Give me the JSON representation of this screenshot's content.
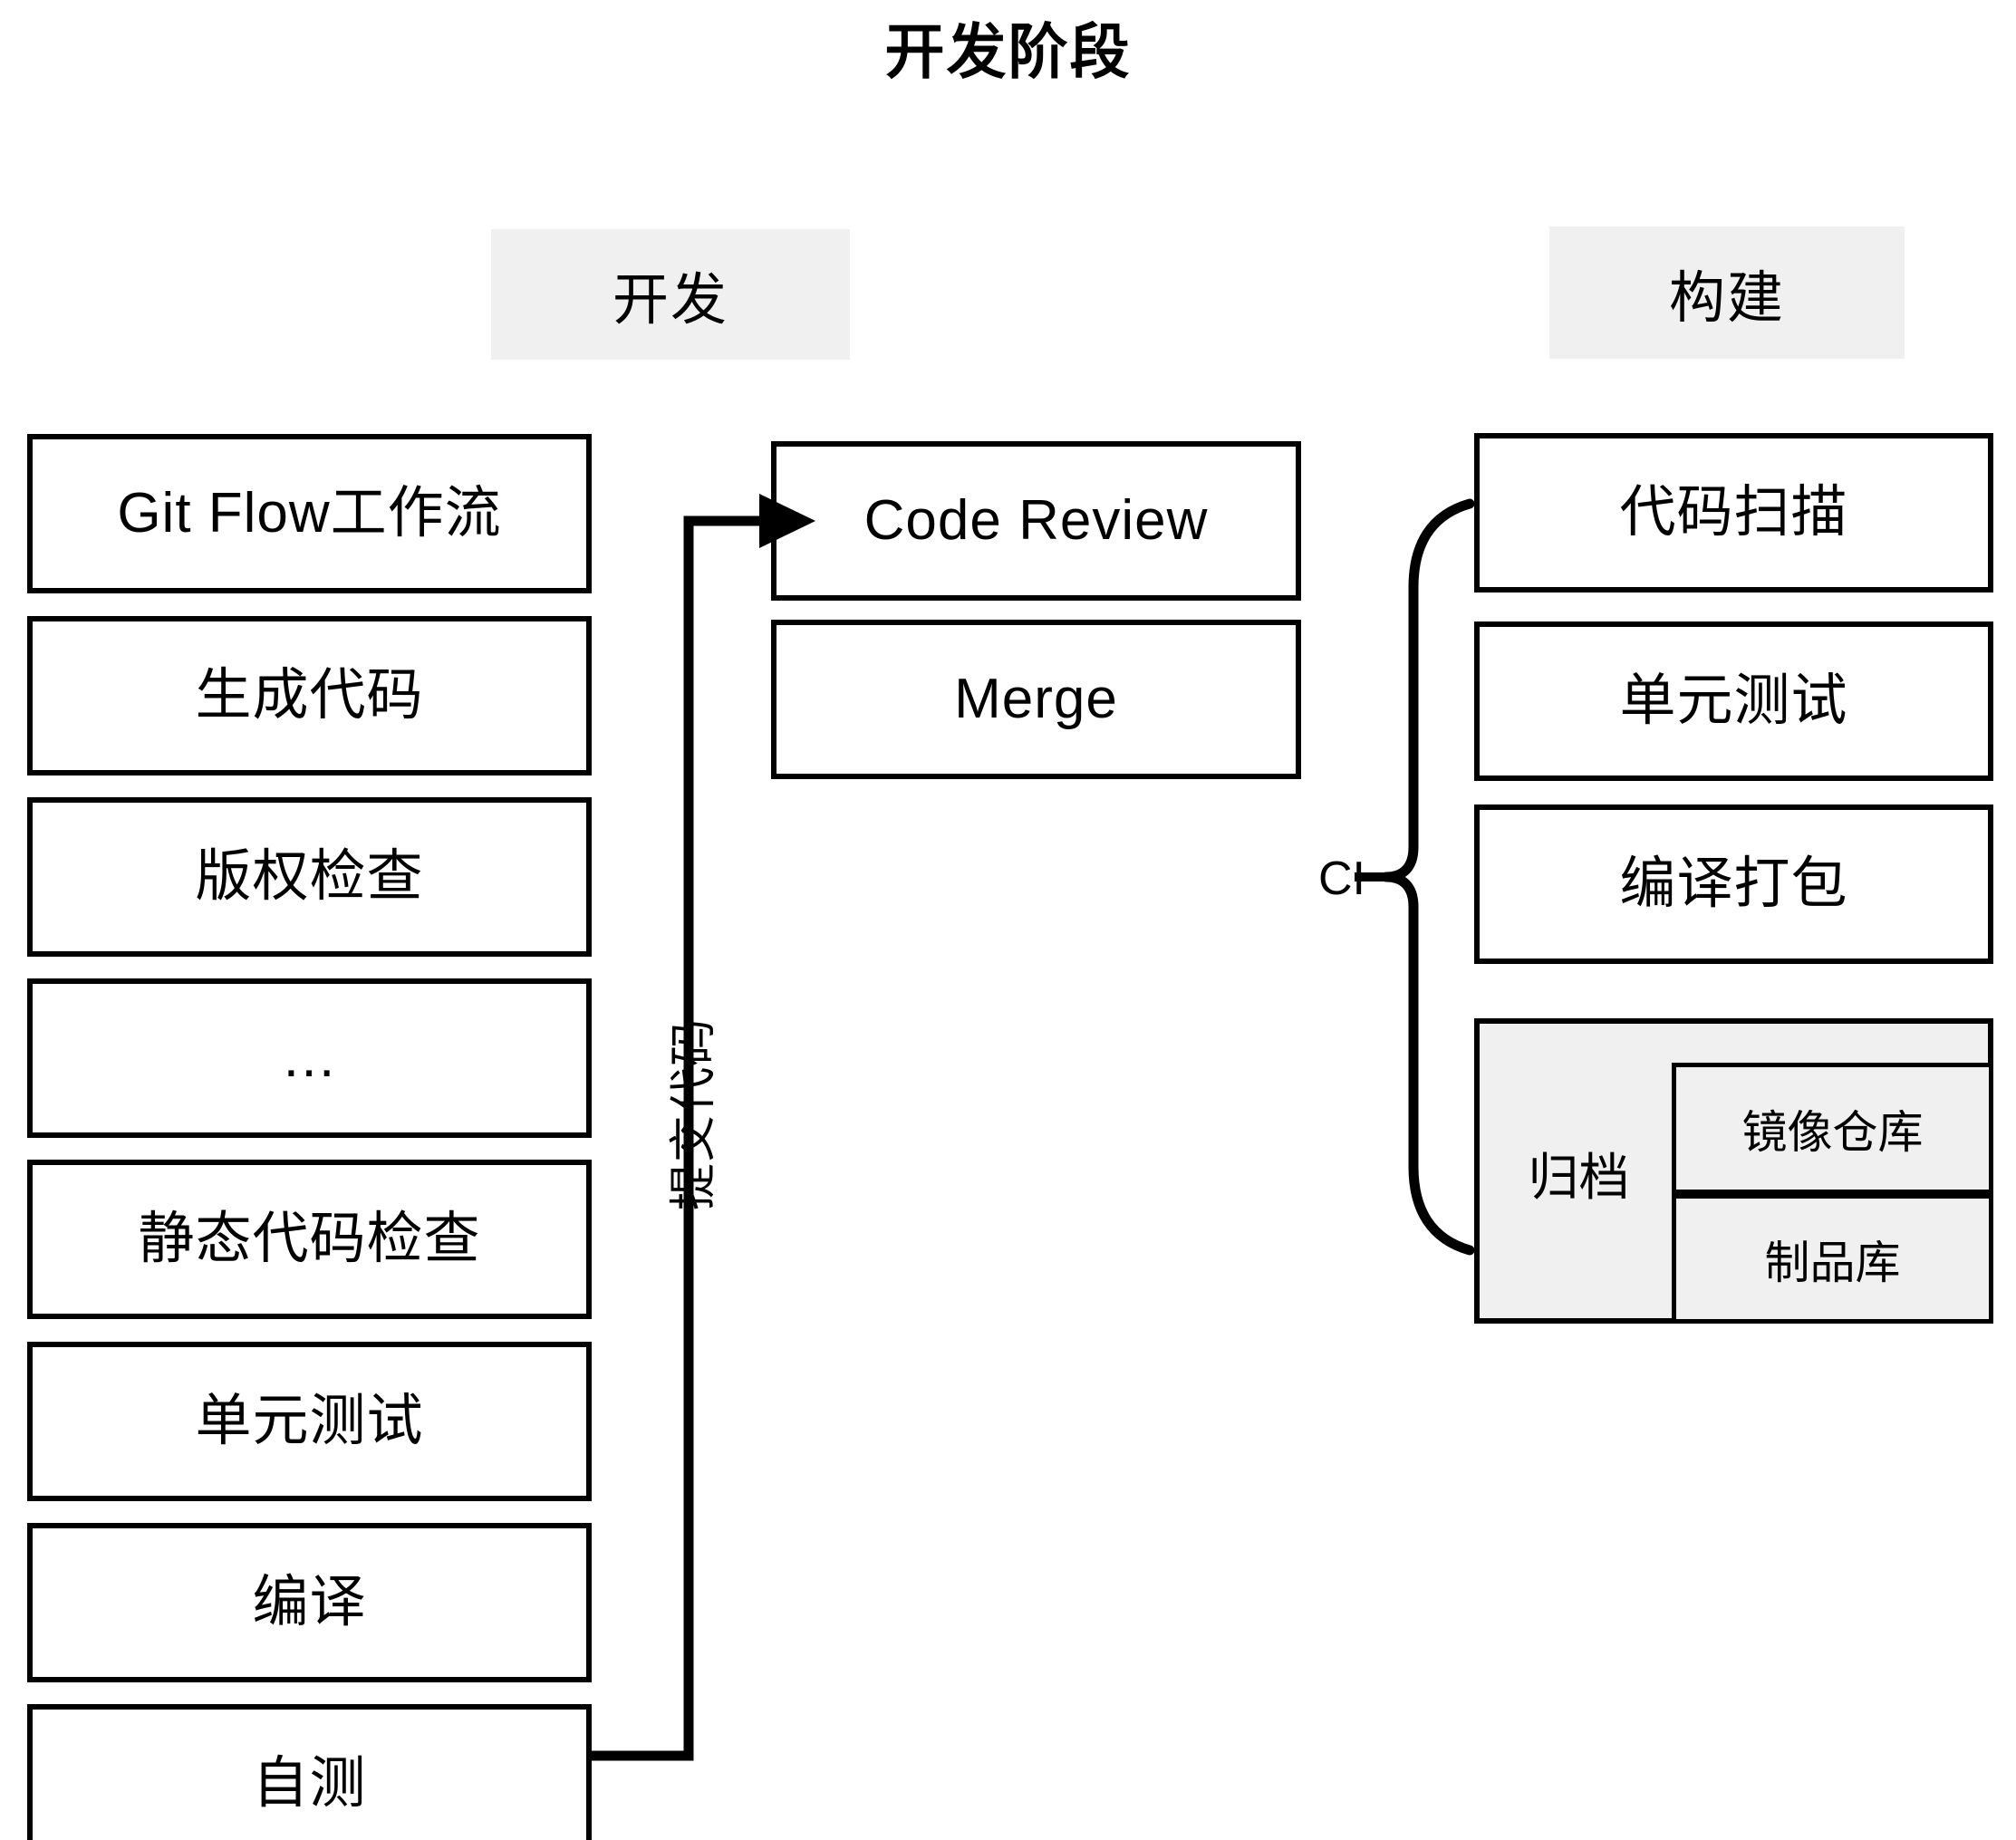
{
  "diagram": {
    "title": "开发阶段",
    "lanes": [
      {
        "id": "dev",
        "label": "开发"
      },
      {
        "id": "build",
        "label": "构建"
      }
    ],
    "dev_column": {
      "items": [
        {
          "label": "Git Flow工作流"
        },
        {
          "label": "生成代码"
        },
        {
          "label": "版权检查"
        },
        {
          "label": "…"
        },
        {
          "label": "静态代码检查"
        },
        {
          "label": "单元测试"
        },
        {
          "label": "编译"
        },
        {
          "label": "自测"
        }
      ]
    },
    "review_column": {
      "items": [
        {
          "label": "Code Review"
        },
        {
          "label": "Merge"
        }
      ]
    },
    "build_column": {
      "items": [
        {
          "label": "代码扫描"
        },
        {
          "label": "单元测试"
        },
        {
          "label": "编译打包"
        }
      ],
      "archive_group": {
        "label": "归档",
        "items": [
          {
            "label": "镜像仓库"
          },
          {
            "label": "制品库"
          }
        ]
      }
    },
    "edges": [
      {
        "id": "commit-code",
        "label": "提交代码",
        "from": "自测",
        "to": "Code Review"
      }
    ],
    "annotations": [
      {
        "id": "ci-brace",
        "label": "CI"
      }
    ],
    "colors": {
      "stroke": "#000000",
      "background": "#ffffff",
      "lane_header_fill": "#f0f0f0",
      "group_fill": "#f0f0f0"
    }
  }
}
